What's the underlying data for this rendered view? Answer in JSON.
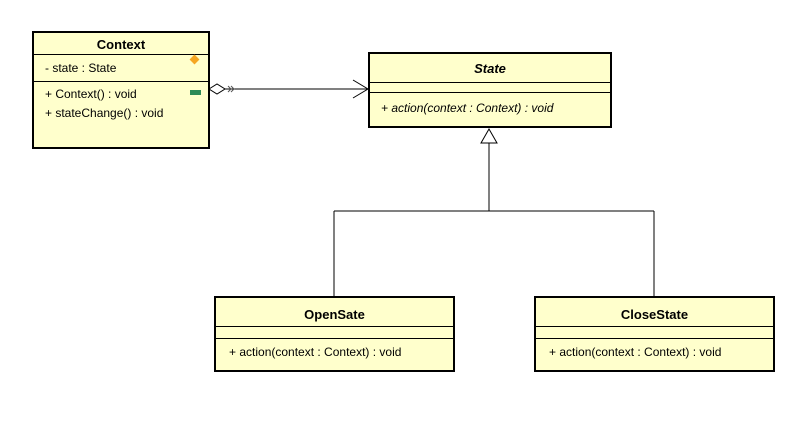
{
  "classes": {
    "context": {
      "name": "Context",
      "attributes": [
        "- state : State"
      ],
      "operations": [
        "+ Context() : void",
        "+ stateChange() : void"
      ]
    },
    "state": {
      "name": "State",
      "abstract": true,
      "attributes": [],
      "operations": [
        "+ action(context : Context) : void"
      ]
    },
    "open_sate": {
      "name": "OpenSate",
      "attributes": [],
      "operations": [
        "+ action(context : Context) : void"
      ]
    },
    "close_state": {
      "name": "CloseState",
      "attributes": [],
      "operations": [
        "+ action(context : Context) : void"
      ]
    }
  },
  "relationships": [
    {
      "type": "aggregation",
      "from": "Context",
      "to": "State"
    },
    {
      "type": "generalization",
      "from": "OpenSate",
      "to": "State"
    },
    {
      "type": "generalization",
      "from": "CloseState",
      "to": "State"
    }
  ],
  "colors": {
    "class_fill": "#ffffcc",
    "border": "#000000",
    "marker_orange": "#f5a623",
    "marker_green": "#2e8b57"
  }
}
